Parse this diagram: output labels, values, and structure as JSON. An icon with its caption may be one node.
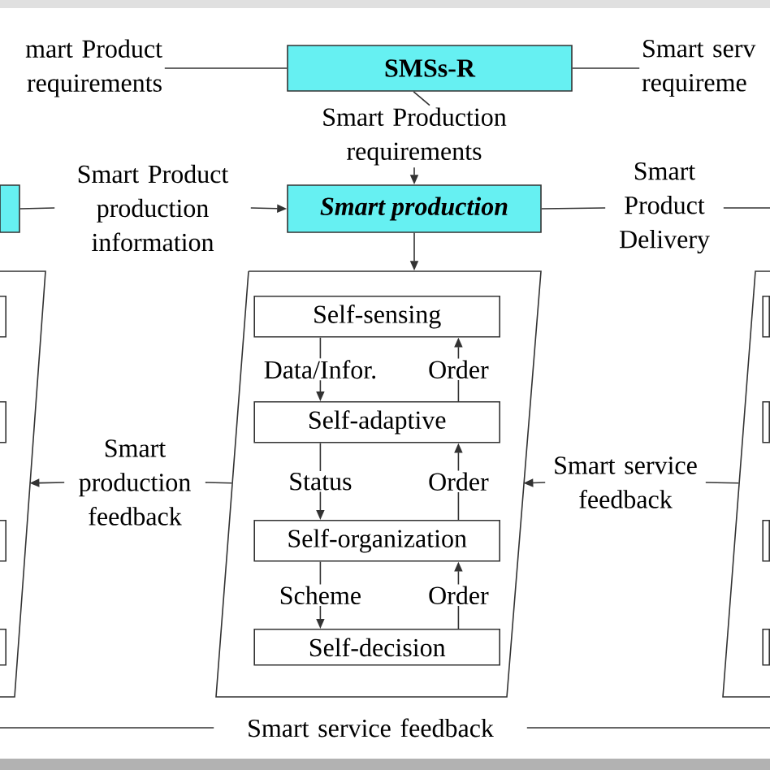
{
  "diagram": {
    "nodes": [
      {
        "text": [
          "mart Product requirements"
        ]
      },
      {
        "text": [
          "SMSs-R"
        ]
      },
      {
        "text": [
          "Smart serv requireme"
        ]
      },
      {
        "text": [
          "Smart Production requirements"
        ]
      },
      {
        "text": [],
        "shape": "box"
      },
      {
        "text": [
          "Smart Product production information"
        ]
      },
      {
        "text": [
          "Smart production"
        ]
      },
      {
        "text": [
          "Smart Product Delivery"
        ]
      },
      {
        "text": [],
        "shape": "box"
      },
      {
        "text": [],
        "shape": "box",
        "in": 8
      },
      {
        "text": [],
        "shape": "box",
        "in": 8
      },
      {
        "text": [],
        "shape": "box",
        "in": 8
      },
      {
        "text": [],
        "shape": "box",
        "in": 8
      },
      {
        "text": [],
        "shape": "box"
      },
      {
        "text": [
          "Self-sensing"
        ],
        "in": 13
      },
      {
        "text": [
          "Self-adaptive"
        ],
        "in": 13
      },
      {
        "text": [
          "Self-organization"
        ],
        "in": 13
      },
      {
        "text": [
          "Self-decision"
        ],
        "in": 13
      },
      {
        "text": [],
        "shape": "box"
      },
      {
        "text": [],
        "shape": "box",
        "in": 18
      },
      {
        "text": [],
        "shape": "box",
        "in": 18
      },
      {
        "text": [],
        "shape": "box",
        "in": 18
      },
      {
        "text": [],
        "shape": "box",
        "in": 18
      },
      {
        "text": [
          "Smart production feedback"
        ]
      },
      {
        "text": [
          "Smart service feedback"
        ]
      },
      {
        "text": [
          "Smart service feedback"
        ]
      }
    ],
    "edges": [
      {
        "from": 0,
        "to": 1,
        "arrow": "none"
      },
      {
        "from": 1,
        "to": 2,
        "arrow": "none"
      },
      {
        "from": 1,
        "to": 3,
        "arrow": "none"
      },
      {
        "from": 3,
        "to": 6,
        "arrow": "to"
      },
      {
        "from": 4,
        "to": 5,
        "arrow": "none"
      },
      {
        "from": 5,
        "to": 6,
        "arrow": "to"
      },
      {
        "from": 6,
        "to": 7,
        "arrow": "none"
      },
      {
        "from": 7,
        "to": null,
        "arrow": "none"
      },
      {
        "from": 6,
        "to": 13,
        "arrow": "to"
      },
      {
        "from": 14,
        "to": 15,
        "arrow": "to",
        "label": "Data/Infor."
      },
      {
        "from": 15,
        "to": 14,
        "arrow": "to",
        "label": "Order"
      },
      {
        "from": 15,
        "to": 16,
        "arrow": "to",
        "label": "Status"
      },
      {
        "from": 16,
        "to": 15,
        "arrow": "to",
        "label": "Order"
      },
      {
        "from": 16,
        "to": 17,
        "arrow": "to",
        "label": "Scheme"
      },
      {
        "from": 17,
        "to": 16,
        "arrow": "to",
        "label": "Order"
      },
      {
        "from": 13,
        "to": 23,
        "arrow": "none"
      },
      {
        "from": 23,
        "to": 8,
        "arrow": "to"
      },
      {
        "from": 18,
        "to": 24,
        "arrow": "none"
      },
      {
        "from": 24,
        "to": 13,
        "arrow": "to"
      },
      {
        "from": null,
        "to": 25,
        "arrow": "none"
      },
      {
        "from": 25,
        "to": null,
        "arrow": "none"
      }
    ]
  }
}
